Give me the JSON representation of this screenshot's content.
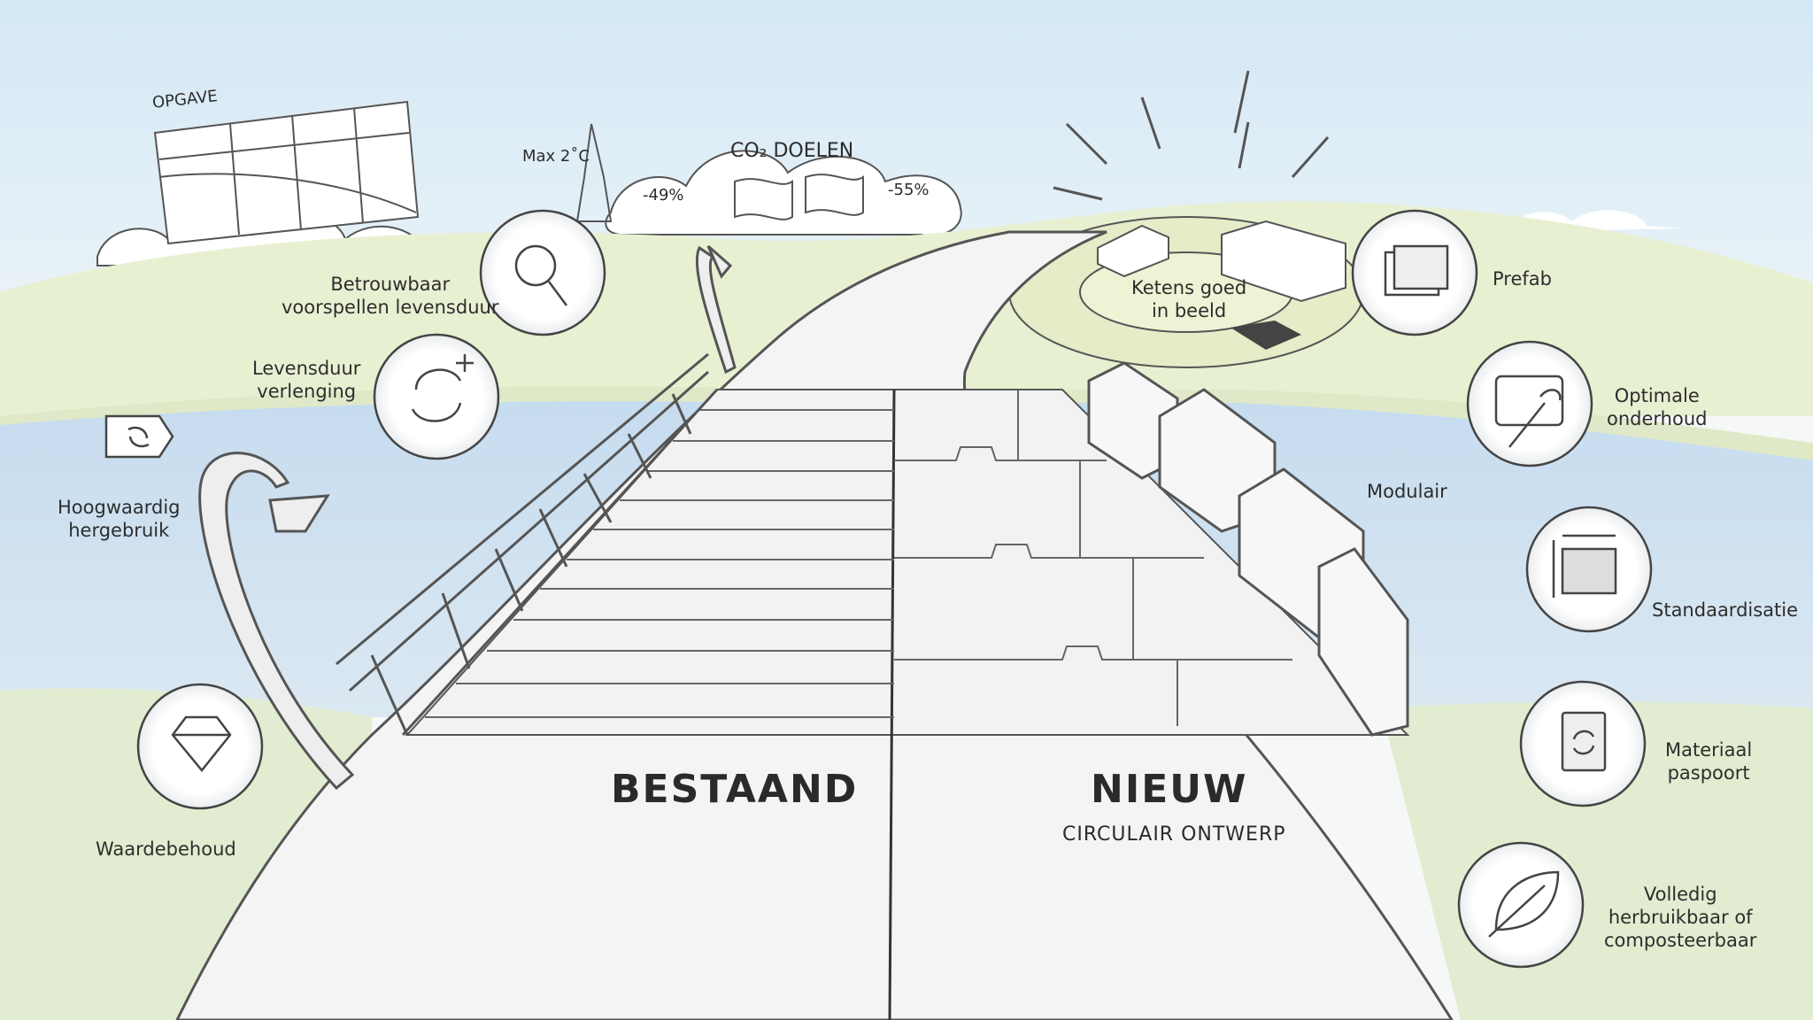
{
  "colors": {
    "sky": "#dcecf6",
    "grass": "#e6efcf",
    "water": "#cfe0f0",
    "road": "#f4f4f4",
    "ink": "#333333"
  },
  "header": {
    "opgave": "OPGAVE",
    "max_temp": "Max 2˚C",
    "co2_title": "CO₂ DOELEN",
    "pct_nl": "-49%",
    "pct_eu": "-55%"
  },
  "left_items": [
    {
      "name": "betrouwbaar",
      "lines": [
        "Betrouwbaar",
        "voorspellen levensduur"
      ],
      "icon": "magnifier-icon"
    },
    {
      "name": "levensduur",
      "lines": [
        "Levensduur",
        "verlenging"
      ],
      "icon": "recycle-plus-icon"
    },
    {
      "name": "hergebruik",
      "lines": [
        "Hoogwaardig",
        "hergebruik"
      ],
      "icon": "tag-icon"
    },
    {
      "name": "waardebehoud",
      "lines": [
        "Waardebehoud"
      ],
      "icon": "diamond-icon"
    }
  ],
  "right_items": [
    {
      "name": "ketens",
      "lines": [
        "Ketens goed",
        "in beeld"
      ],
      "icon": "truck-icon"
    },
    {
      "name": "prefab",
      "lines": [
        "Prefab"
      ],
      "icon": "panels-icon"
    },
    {
      "name": "onderhoud",
      "lines": [
        "Optimale",
        "onderhoud"
      ],
      "icon": "wrench-tablet-icon"
    },
    {
      "name": "modulair",
      "lines": [
        "Modulair"
      ],
      "icon": "module-icon"
    },
    {
      "name": "standaardisatie",
      "lines": [
        "Standaardisatie"
      ],
      "icon": "dimension-panel-icon"
    },
    {
      "name": "paspoort",
      "lines": [
        "Materiaal",
        "paspoort"
      ],
      "icon": "passport-icon"
    },
    {
      "name": "volledig",
      "lines": [
        "Volledig",
        "herbruikbaar of",
        "composteerbaar"
      ],
      "icon": "leaf-icon"
    }
  ],
  "road": {
    "existing": "BESTAAND",
    "new": "NIEUW",
    "new_sub": "CIRCULAIR ONTWERP"
  }
}
